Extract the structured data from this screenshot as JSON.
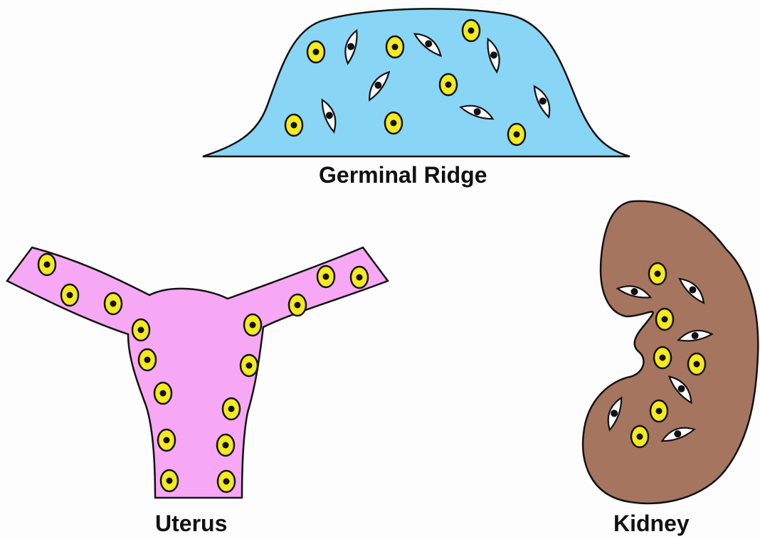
{
  "labels": {
    "germinal_ridge": "Germinal Ridge",
    "uterus": "Uterus",
    "kidney": "Kidney"
  },
  "colors": {
    "germinal_ridge_fill": "#89d5f5",
    "uterus_fill": "#f7a8f4",
    "kidney_fill": "#a57560",
    "round_cell_fill": "#f4ea1e",
    "spindle_cell_fill": "#ffffff",
    "outline": "#111111"
  },
  "cell_types": [
    "round-cell",
    "spindle-cell"
  ]
}
